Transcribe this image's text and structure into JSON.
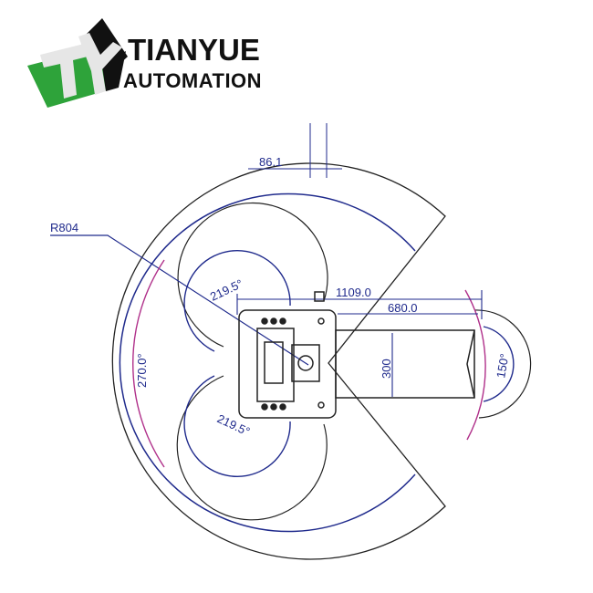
{
  "logo": {
    "line1": "TIANYUE",
    "line2": "AUTOMATION",
    "monogram": "TY",
    "colors": {
      "green": "#2ea33a",
      "black": "#111111",
      "grey": "#e6e6e6"
    }
  },
  "dimensions": {
    "radius": "R804",
    "offset": "86.1",
    "reach_total": "1109.0",
    "reach_arm": "680.0",
    "arm_width": "300",
    "angle_main": "270.0°",
    "angle_upper": "219.5°",
    "angle_lower": "219.5°",
    "angle_wrist": "150°"
  },
  "colors": {
    "outline": "#222222",
    "dimension": "#1f2a8c",
    "limit_arc": "#b0308a"
  }
}
